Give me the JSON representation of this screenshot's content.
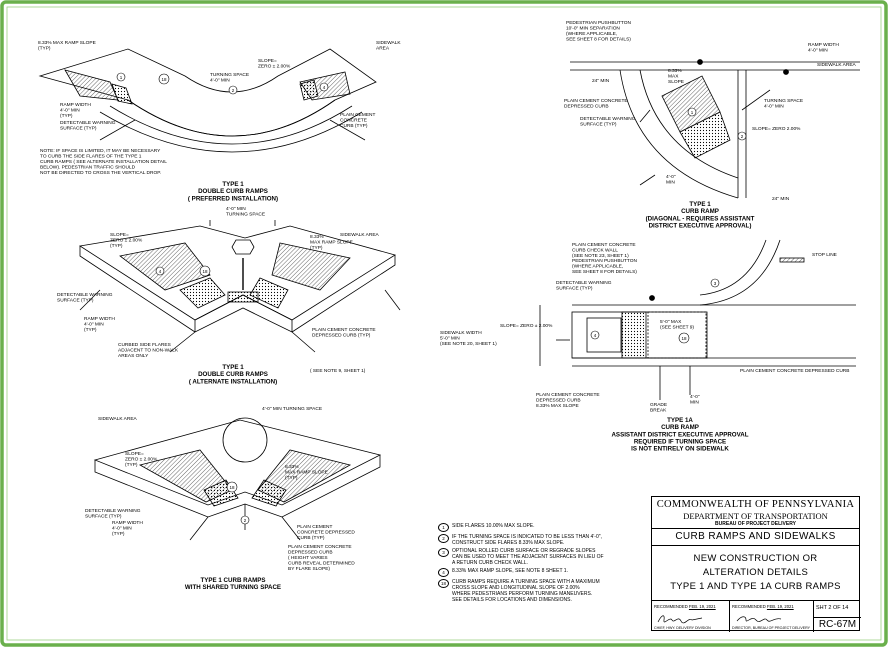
{
  "colors": {
    "frame": "#6ab04c",
    "ink": "#000000",
    "paper": "#ffffff"
  },
  "type1_double": {
    "label_slope": "8.33% MAX RAMP SLOPE\n(TYP)",
    "label_sidewalk": "SIDEWALK\nAREA",
    "label_slope_zero": "SLOPE=\nZERO ± 2.00%",
    "label_turning": "TURNING SPACE\n4'-0\" MIN",
    "label_ramp_width": "RAMP WIDTH\n4'-0\" MIN\n(TYP)",
    "label_detectable": "DETECTABLE WARNING\nSURFACE (TYP)",
    "label_plain": "PLAIN CEMENT\nCONCRETE\nCURB (TYP)",
    "label_plain2": "CONCRETE DEPRESSED",
    "note": "NOTE: IF SPACE IS LIMITED, IT MAY BE NECESSARY\nTO CURB THE SIDE FLARES OF THE TYPE 1\nCURB RAMPS ( SEE ALTERNATE INSTALLATION DETAIL\nBELOW). PEDESTRIAN TRAFFIC SHOULD\nNOT BE DIRECTED TO CROSS THE VERTICAL DROP.",
    "caption": "TYPE 1\nDOUBLE CURB RAMPS\n( PREFERRED INSTALLATION)"
  },
  "type1_alt": {
    "label_turning": "4'-0\" MIN\nTURNING SPACE",
    "label_sidewalk": "SIDEWALK AREA",
    "label_slope_zero": "SLOPE=\nZERO ± 2.00%\n(TYP)",
    "label_slope": "8.33%\nMAX RAMP SLOPE\n(TYP)",
    "label_detectable": "DETECTABLE WARNING\nSURFACE (TYP)",
    "label_ramp_width": "RAMP WIDTH\n4'-0\" MIN\n(TYP)",
    "label_curbed": "CURBED SIDE FLARES\nADJACENT TO NON-WALK\nAREAS ONLY",
    "label_plain": "PLAIN CEMENT CONCRETE\nDEPRESSED CURB (TYP)",
    "label_see": "( SEE NOTE 9, SHEET 1)",
    "caption": "TYPE 1\nDOUBLE CURB RAMPS\n( ALTERNATE INSTALLATION)"
  },
  "type1_shared": {
    "label_turning": "4'-0\" MIN TURNING SPACE",
    "label_sidewalk": "SIDEWALK AREA",
    "label_slope_zero": "SLOPE=\nZERO ± 2.00%\n(TYP)",
    "label_slope": "8.33%\nMAX RAMP SLOPE\n(TYP)",
    "label_detectable": "DETECTABLE WARNING\nSURFACE (TYP)",
    "label_ramp_width": "RAMP WIDTH\n4'-0\" MIN\n(TYP)",
    "label_plain": "PLAIN CEMENT\nCONCRETE DEPRESSED\nCURB (TYP)",
    "label_plain2": "PLAIN CEMENT CONCRETE\nDEPRESSED CURB\n( HEIGHT VARIES\nCURB REVEAL DETERMINED\nBY FLARE SLOPE)",
    "caption": "TYPE 1 CURB RAMPS\nWITH SHARED TURNING SPACE"
  },
  "type1_diag": {
    "label_push": "PEDESTRIAN PUSHBUTTON\n10'-0\" MIN SEPARATION\n(WHERE APPLICABLE,\nSEE SHEET 8 FOR DETAILS)",
    "label_ramp_width": "RAMP WIDTH\n4'-0\" MIN",
    "label_sidewalk": "SIDEWALK AREA",
    "label_24": "24\" MIN",
    "label_slope": "8.33%\nMAX\nSLOPE",
    "label_plain": "PLAIN CEMENT CONCRETE\nDEPRESSED CURB",
    "label_detectable": "DETECTABLE WARNING\nSURFACE (TYP)",
    "label_turning": "TURNING SPACE\n4'-0\" MIN",
    "label_zero": "SLOPE= ZERO 2.00%",
    "label_4min": "4'-0\"\nMIN",
    "label_24b": "24\" MIN",
    "caption": "TYPE 1\nCURB RAMP\n(DIAGONAL - REQUIRES ASSISTANT\nDISTRICT EXECUTIVE APPROVAL)"
  },
  "type1a": {
    "label_check": "PLAIN CEMENT CONCRETE\nCURB CHECK WALL\n(SEE NOTE 23, SHEET 1)",
    "label_push": "PEDESTRIAN PUSHBUTTON\n(WHERE APPLICABLE,\nSEE SHEET 8 FOR DETAILS)",
    "label_detectable": "DETECTABLE WARNING\nSURFACE (TYP)",
    "label_stop": "STOP LINE",
    "label_slope": "SLOPE= ZERO ± 2.00%",
    "label_max": "5'-0\" MAX\n(SEE SHEET 9)",
    "label_sidewalk": "SIDEWALK WIDTH\n5'-0\" MIN\n(SEE NOTE 20, SHEET 1)",
    "label_plain": "PLAIN CEMENT CONCRETE DEPRESSED CURB",
    "label_plain2": "PLAIN CEMENT CONCRETE\nDEPRESSED CURB\n8.33% MAX SLOPE",
    "label_grade": "GRADE\nBREAK",
    "label_4min": "4'-0\"\nMIN",
    "caption": "TYPE 1A\nCURB RAMP\nASSISTANT DISTRICT EXECUTIVE APPROVAL\nREQUIRED IF TURNING SPACE\nIS NOT ENTIRELY ON SIDEWALK"
  },
  "callouts": {
    "c1": "1",
    "c2": "2",
    "c3": "3",
    "c4": "4",
    "c18": "18"
  },
  "notes": [
    {
      "num": "1",
      "text": "SIDE FLARES 10.00% MAX SLOPE."
    },
    {
      "num": "2",
      "text": "IF THE TURNING SPACE IS INDICATED TO BE LESS THAN 4'-0\",\nCONSTRUCT SIDE FLARES 8.33% MAX SLOPE."
    },
    {
      "num": "3",
      "text": "OPTIONAL ROLLED CURB SURFACE OR REGRADE SLOPES\nCAN BE USED TO MEET THE ADJACENT SURFACES IN LIEU OF\nA RETURN CURB CHECK WALL."
    },
    {
      "num": "4",
      "text": "8.33% MAX RAMP SLOPE, SEE NOTE 8 SHEET 1."
    },
    {
      "num": "18",
      "text": "CURB RAMPS REQUIRE A TURNING SPACE WITH A MAXIMUM\nCROSS SLOPE AND LONGITUDINAL SLOPE OF 2.00%\nWHERE PEDESTRIANS PERFORM TURNING MANEUVERS.\nSEE DETAILS FOR LOCATIONS AND DIMENSIONS."
    }
  ],
  "titleblock": {
    "agency": "COMMONWEALTH OF PENNSYLVANIA",
    "department": "DEPARTMENT OF TRANSPORTATION",
    "bureau": "BUREAU OF PROJECT DELIVERY",
    "series": "CURB RAMPS AND SIDEWALKS",
    "title": "NEW CONSTRUCTION OR\nALTERATION DETAILS\nTYPE 1 AND TYPE 1A CURB RAMPS",
    "recommended_label": "RECOMMENDED",
    "recommended_date": "FEB. 19, 2021",
    "recommended_role": "CHIEF, HWY. DELIVERY DIVISION",
    "recommended2_label": "RECOMMENDED",
    "recommended2_date": "FEB. 19, 2021",
    "recommended2_role": "DIRECTOR, BUREAU OF PROJECT DELIVERY",
    "sheet": "SHT 2 OF 14",
    "sheet_no": "RC-67M"
  }
}
